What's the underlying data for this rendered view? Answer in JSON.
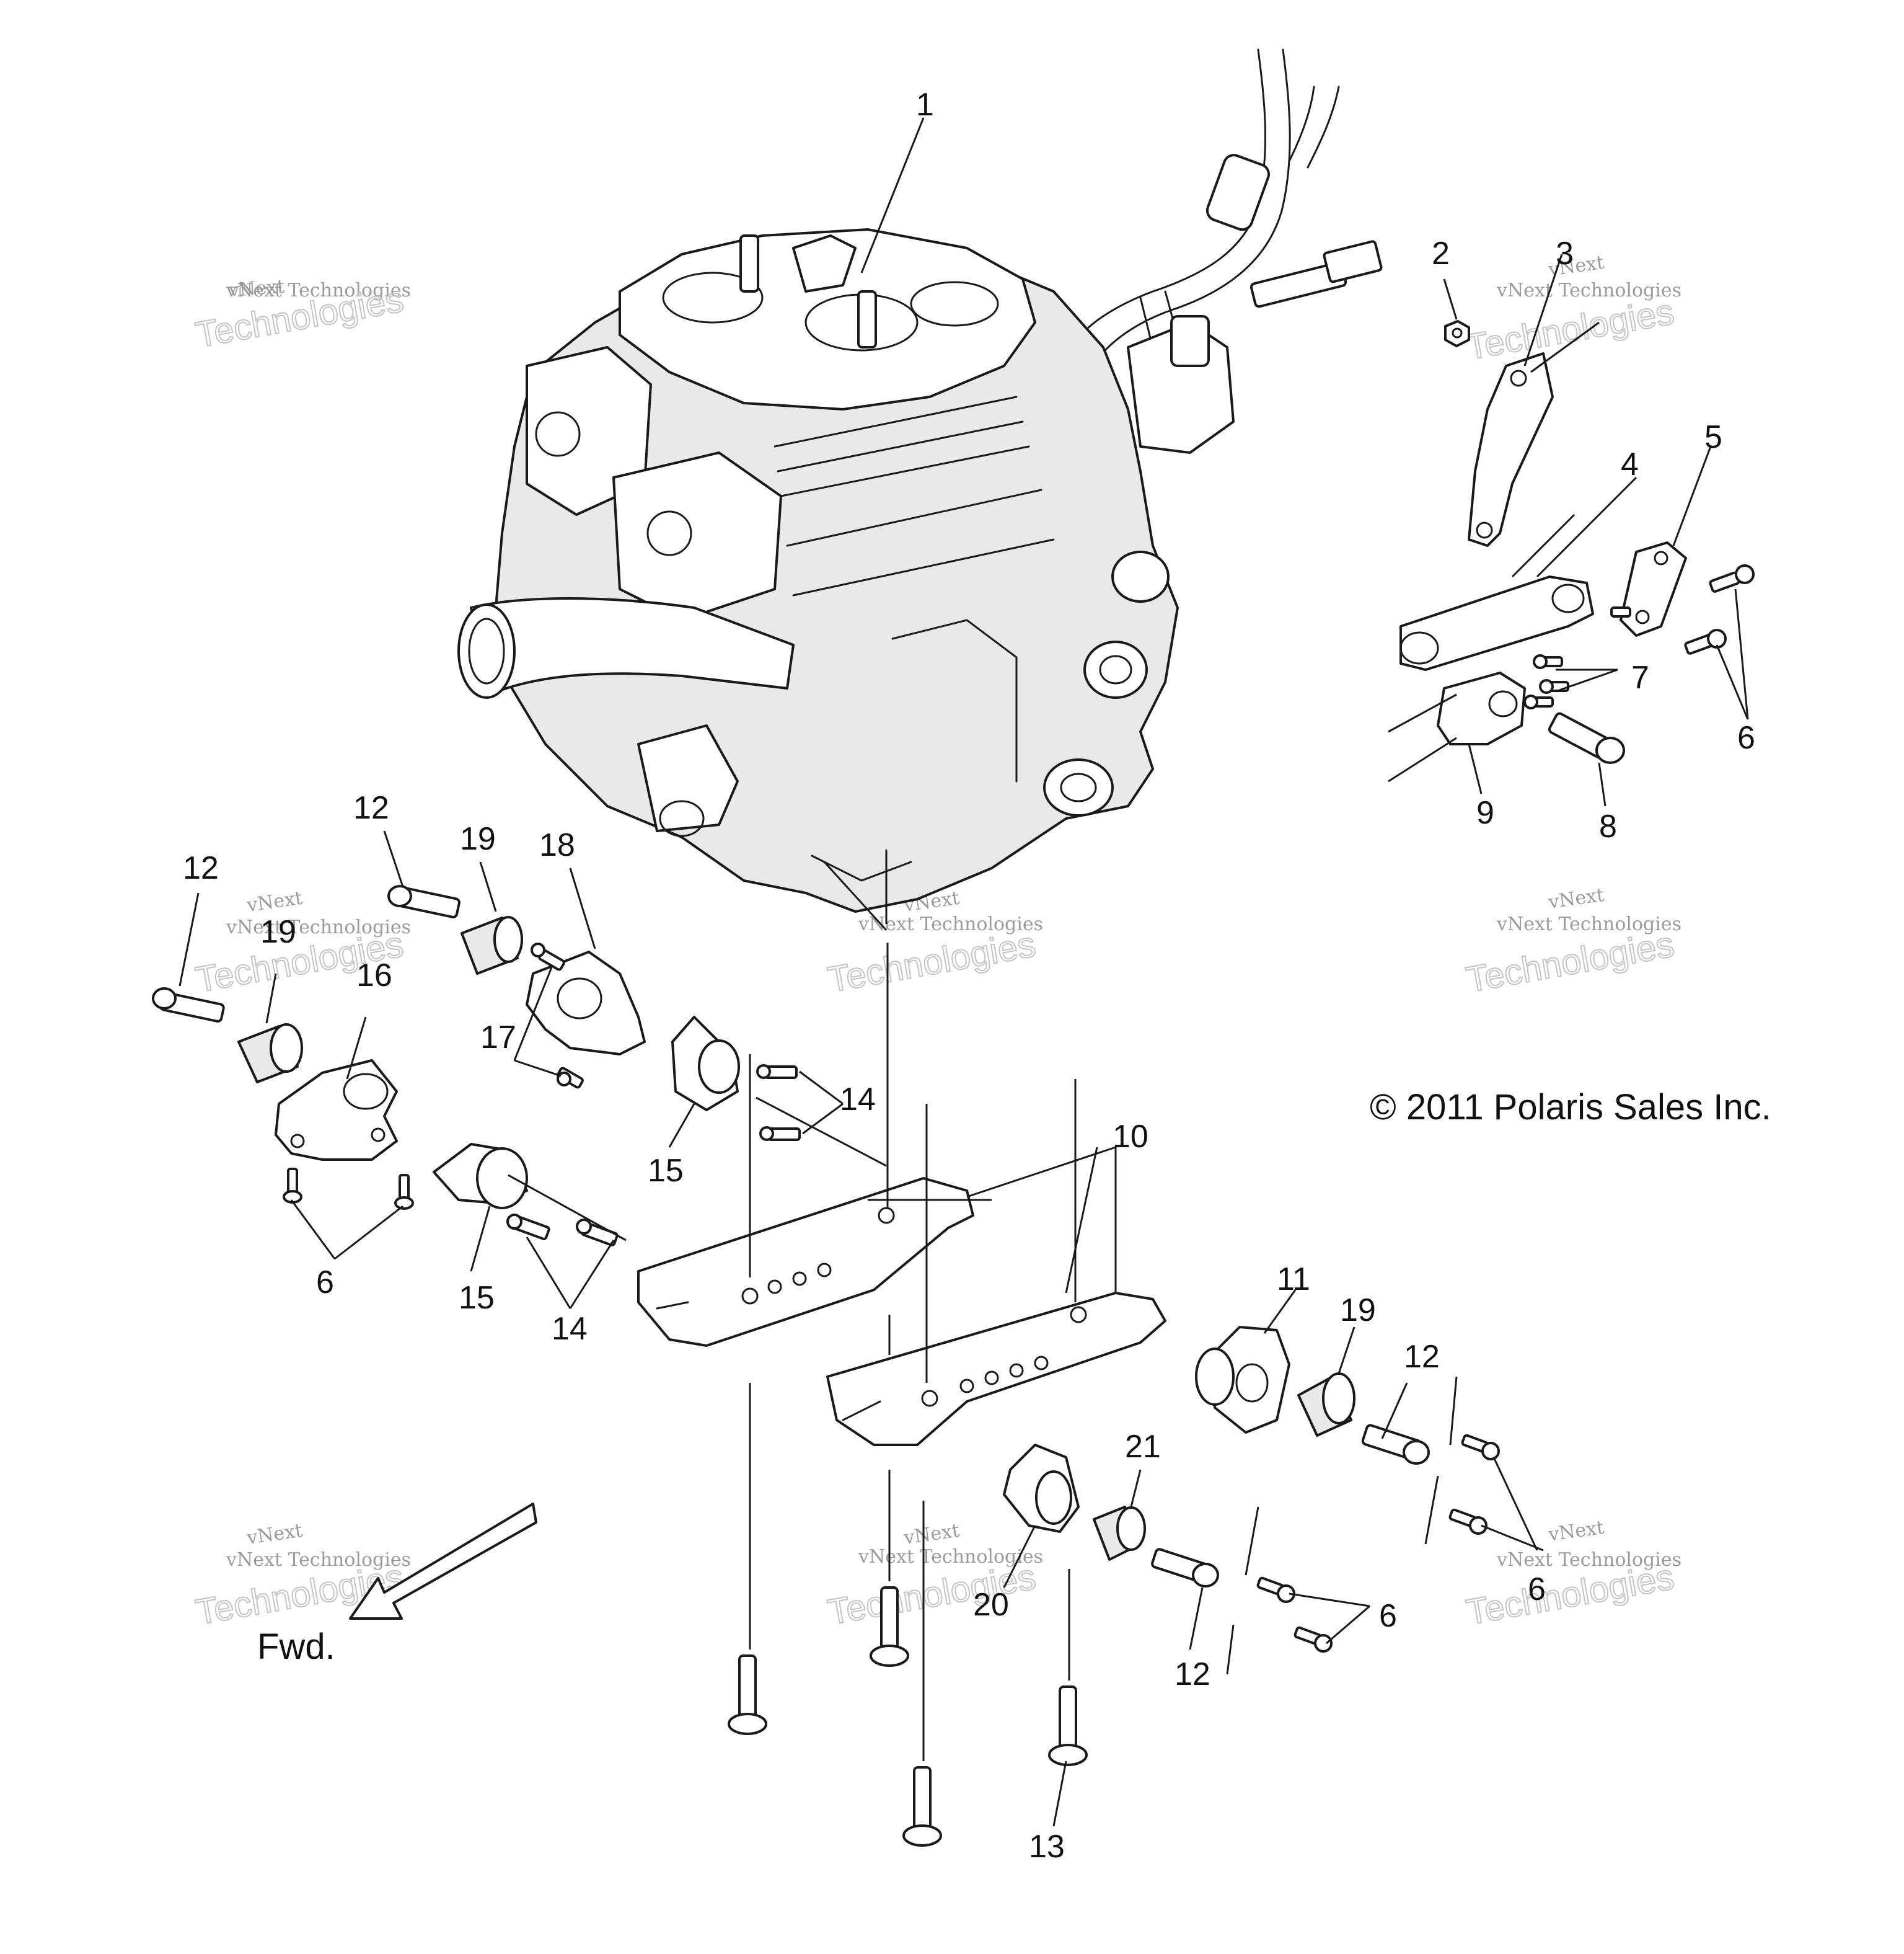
{
  "copyright": "© 2011 Polaris Sales Inc.",
  "direction_label": "Fwd.",
  "watermark": {
    "brand_line": "vNext Technologies",
    "brand_word": "vNext",
    "big_word": "Technologies"
  },
  "callouts": {
    "c1": "1",
    "c2": "2",
    "c3": "3",
    "c4": "4",
    "c5": "5",
    "c6a": "6",
    "c6b": "6",
    "c6c": "6",
    "c6d": "6",
    "c7": "7",
    "c8": "8",
    "c9": "9",
    "c10": "10",
    "c11": "11",
    "c12a": "12",
    "c12b": "12",
    "c12c": "12",
    "c12d": "12",
    "c13": "13",
    "c14a": "14",
    "c14b": "14",
    "c15a": "15",
    "c15b": "15",
    "c16": "16",
    "c17": "17",
    "c18": "18",
    "c19a": "19",
    "c19b": "19",
    "c19c": "19",
    "c20": "20",
    "c21": "21"
  },
  "colors": {
    "line": "#1a1a1a",
    "watermark": "#c4c4c4"
  }
}
